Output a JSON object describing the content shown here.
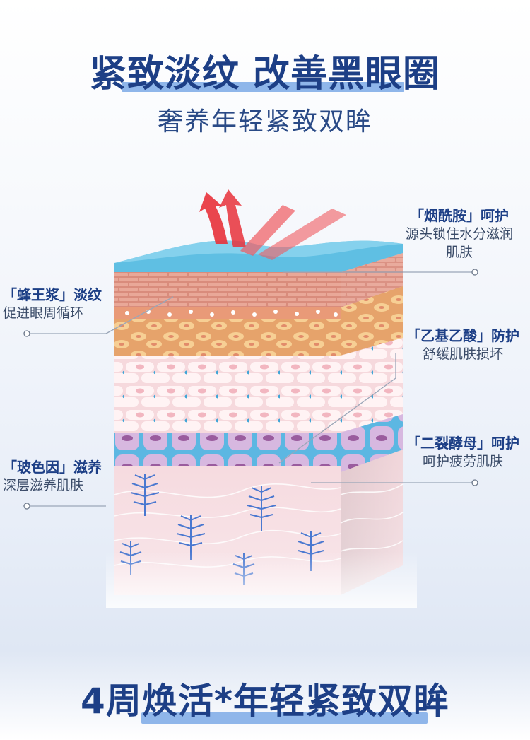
{
  "header": {
    "title": "紧致淡纹 改善黑眼圈",
    "subtitle": "奢养年轻紧致双眸"
  },
  "callouts": {
    "niacinamide": {
      "title": "「烟酰胺」呵护",
      "desc_line1": "源头锁住水分滋润",
      "desc_line2": "肌肤"
    },
    "royal_jelly": {
      "title": "「蜂王浆」淡纹",
      "desc": "促进眼周循环"
    },
    "acetyl": {
      "title": "「乙基乙酸」防护",
      "desc": "舒缓肌肤损坏"
    },
    "yeast": {
      "title": "「二裂酵母」呵护",
      "desc": "呵护疲劳肌肤"
    },
    "pro_xylane": {
      "title": "「玻色因」滋养",
      "desc": "深层滋养肌肤"
    }
  },
  "footer": {
    "slogan": "4周焕活*年轻紧致双眸"
  },
  "colors": {
    "title_blue": "#1d3f86",
    "highlight_blue": "#8fb6ea",
    "skin_top": "#5bb7dc",
    "arrow_red": "#e8313a"
  }
}
